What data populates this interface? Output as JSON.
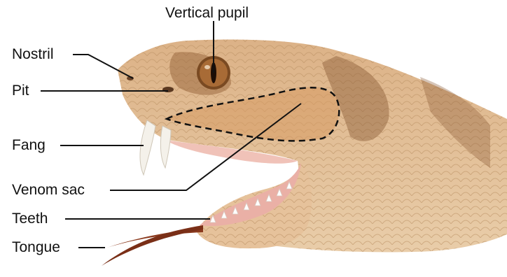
{
  "labels": {
    "vertical_pupil": "Vertical pupil",
    "nostril": "Nostril",
    "pit": "Pit",
    "fang": "Fang",
    "venom_sac": "Venom sac",
    "teeth": "Teeth",
    "tongue": "Tongue"
  },
  "colors": {
    "skin": "#d9b48a",
    "skin_light": "#e8c9a2",
    "skin_dark": "#a9784a",
    "band": "#8a5a35",
    "venom_sac": "#d49a63",
    "mouth": "#e9a9a0",
    "tongue": "#8b3a1e",
    "eye": "#7a4a22",
    "leader_line": "#111111"
  }
}
